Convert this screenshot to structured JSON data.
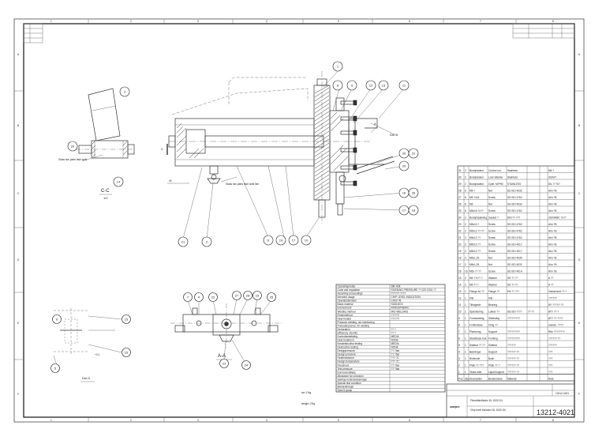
{
  "border": {
    "top_columns": [
      "1",
      "2",
      "3",
      "4",
      "5",
      "6",
      "7",
      "8"
    ],
    "bottom_columns": [
      "1",
      "2",
      "3",
      "4",
      "5",
      "6",
      "7",
      "8"
    ],
    "rows": [
      "A",
      "B",
      "C",
      "D",
      "E",
      "F"
    ]
  },
  "views": {
    "section_cc": {
      "title": "C-C",
      "scale": "1/2",
      "note": "Glass two parts\nfash weld"
    },
    "main_note": "Glass two parts\nfash weld like",
    "cut_b_label": "Det B",
    "det_d_label": "Det D",
    "section_aa": {
      "title": "A-A",
      "scale": "1/2"
    },
    "label_c": "C",
    "label_a": "A",
    "dim_40": "40"
  },
  "balloons_main": [
    "1",
    "8",
    "9",
    "12",
    "13",
    "11",
    "30",
    "31",
    "29",
    "16",
    "26",
    "17",
    "18",
    "21",
    "2",
    "6",
    "19",
    "17",
    "10"
  ],
  "balloons_cc": [
    "3",
    "20",
    "14"
  ],
  "balloons_aa": [
    "7",
    "4",
    "22",
    "27",
    "28",
    "15",
    "25",
    "23",
    "24"
  ],
  "balloons_detd": [
    "6",
    "15",
    "15",
    "5"
  ],
  "weights": {
    "net": "ton 1?kg",
    "gross": "weight 1?kg"
  },
  "spec_table": {
    "rows": [
      [
        "Opcratingmedia",
        "Stik Hldt"
      ],
      [
        "Code and regulation",
        "SS/EN/NG PRESSURE ?? 023 C001 ??"
      ],
      [
        "Assembly proceedings",
        "?????? ????"
      ],
      [
        "Intended usage",
        "CHIP LEVEL INDICATION"
      ],
      [
        "Operatestandard",
        "CH00 ?B"
      ],
      [
        "Basis material",
        "S335J2G3"
      ],
      [
        "Envinorment",
        "ATMOSPHERIC"
      ],
      [
        "Welding method",
        "MIG WELDING"
      ],
      [
        "Finishmethod",
        "??????"
      ],
      [
        "Heat treated",
        "??????"
      ],
      [
        "Pressure welding, out mentioning",
        ""
      ],
      [
        "Prehealing temp. for welding",
        ""
      ],
      [
        "Declaration",
        "?? ?"
      ],
      [
        "Efficiency of joints",
        "?? ?"
      ],
      [
        "Kontrollanbefaling",
        "MEDIA"
      ],
      [
        "Heat treatment",
        "NONE"
      ],
      [
        "Nondestructive testing",
        "MEDIA"
      ],
      [
        "Destructive testing",
        "NONE"
      ],
      [
        "Designpressure",
        "?? ?bar"
      ],
      [
        "Design pressure",
        "?? ?bar"
      ],
      [
        "Heatresistance",
        "??? ?C"
      ],
      [
        "Design temperature",
        "??? ?C"
      ],
      [
        "Plusstrock",
        "?? ?bar"
      ],
      [
        "Test pressure",
        "?? ?bar"
      ],
      [
        "Korrosionstillæg",
        ""
      ],
      [
        "Allowance for corrosion",
        ""
      ],
      [
        "Særlige kontrolanvisninger",
        ""
      ],
      [
        "Special test condition",
        ""
      ],
      [
        "Bemærkninger",
        ""
      ],
      [
        "Spec'd group",
        ""
      ]
    ]
  },
  "bom": {
    "rows": [
      [
        "31",
        "2",
        "Bundpladeor",
        "Control nut",
        "Stainless",
        "",
        "",
        "M6 ?"
      ],
      [
        "30",
        "2",
        "Bundpladeor",
        "Lock Washer",
        "Stainless",
        "",
        "",
        "SS/N/?"
      ],
      [
        "29",
        "2",
        "Bundpladeor",
        "Cyler. M/PH0",
        "STAINLESS",
        "",
        "",
        "DIL ?/ ?6?"
      ],
      [
        "28",
        "6",
        "M5 ?",
        "Nut",
        "SS ISO 4032",
        "",
        "",
        "Ahn ?B"
      ],
      [
        "27",
        "6",
        "M5 ?x16",
        "Screw",
        "SS ISO 4762",
        "",
        "",
        "Ahn ?B"
      ],
      [
        "26",
        "6",
        "M5",
        "Nut",
        "SS ISO 4032",
        "",
        "",
        "Ahn ?B"
      ],
      [
        "25",
        "6",
        "M5x16 ?x??",
        "Screw",
        "SS ISO 4762",
        "",
        "",
        "Ahn ?B"
      ],
      [
        "24",
        "2",
        "Bundpl/pakning",
        "Gasket ?",
        "DIN ?? ???",
        "",
        "",
        "CERAMIC ?x??"
      ],
      [
        "23",
        "2",
        "M5x10 ?",
        "Screw",
        "SS ISO 4762",
        "",
        "",
        "Ahn ?B"
      ],
      [
        "22",
        "2",
        "M5x12 ?? ??",
        "Screw",
        "SS ISO 4762",
        "",
        "",
        "Ahn ?B"
      ],
      [
        "21",
        "2",
        "M5x12 ??",
        "Screw",
        "SS ISO 4762",
        "",
        "",
        "Ahn ?B"
      ],
      [
        "20",
        "2",
        "M5x12 ??",
        "Screw",
        "SS ISO 4017",
        "",
        "",
        "Ahn ?B"
      ],
      [
        "19",
        "2",
        "M5x12 ??",
        "Screw",
        "SS ISO 4017",
        "",
        "",
        "Ahn ?B"
      ],
      [
        "18",
        "2",
        "M5x1.25",
        "Nut",
        "SS ISO 4035",
        "",
        "",
        "Ahn ?B"
      ],
      [
        "17",
        "2",
        "M5x1.25",
        "Nut",
        "SS ISO 4032",
        "",
        "",
        "Ahn ?B"
      ],
      [
        "16",
        "16",
        "M5x ?? ??",
        "Screw",
        "SS ISO 4014",
        "",
        "",
        "Ahn ?B"
      ],
      [
        "15",
        "2",
        "M6 ??x?? ?",
        "Washer",
        "DS ?? ??",
        "",
        "",
        "A ??"
      ],
      [
        "14",
        "2",
        "M6 ?? ?",
        "Washer",
        "DS ?? ??",
        "",
        "",
        "A ??"
      ],
      [
        "13",
        "1",
        "Flange for ??",
        "Flange ??",
        "EN ?? ???",
        "",
        "",
        "Galvanized ?? ?"
      ],
      [
        "12",
        "1",
        "Kile",
        "Kile",
        "",
        "",
        "",
        "??????"
      ],
      [
        "11",
        "1",
        "Tilbagesln",
        "Bearing",
        "",
        "",
        "",
        "Ø? ????/? ??"
      ],
      [
        "10",
        "1",
        "Spændering",
        "Lukker ??",
        "SS ISO ????",
        "?? ??",
        "",
        "Ø?? ?? ?"
      ],
      [
        "9",
        "1",
        "Formsamling",
        "Skillevæg",
        "?????????",
        "",
        "",
        "Ø?? ?? ????"
      ],
      [
        "8",
        "1",
        "Forbindelse",
        "Cling ??",
        "",
        "",
        "",
        "Galvan. ????"
      ],
      [
        "7",
        "1",
        "Plarmning",
        "Support",
        "?????????",
        "",
        "",
        "Rtle ????????"
      ],
      [
        "6",
        "1",
        "Standbase foot",
        "Fronting",
        "?????????",
        "",
        "",
        "?????? ??"
      ],
      [
        "5",
        "1",
        "Sidebar ?? ??",
        "Sidebar",
        "??????",
        "",
        "",
        "??????"
      ],
      [
        "4",
        "1",
        "Bøsninger",
        "Support",
        "?????? ??",
        "",
        "",
        "???"
      ],
      [
        "3",
        "1",
        "Rullerulle",
        "Bush",
        "?????? ??",
        "",
        "",
        "???"
      ],
      [
        "2",
        "1",
        "Plate ?? ???",
        "Plate ?? ?",
        "?????? ??",
        "",
        "",
        "???"
      ],
      [
        "1",
        "1",
        "Glass tube",
        "Liquid support",
        "?????? ??",
        "",
        "",
        "???"
      ]
    ],
    "header": [
      "Pos",
      "Qty",
      "Description",
      "Benævnelse",
      "Material",
      "",
      "",
      "Note"
    ]
  },
  "title_block": {
    "company": "scanpro",
    "title_dk": "Flisnivåindikator DL 1000 S/L",
    "title_en": "Chip level indicator DL 1000 S/L",
    "drawing_no": "13212-4021",
    "sheet": "1",
    "ref": "13212-4021"
  }
}
